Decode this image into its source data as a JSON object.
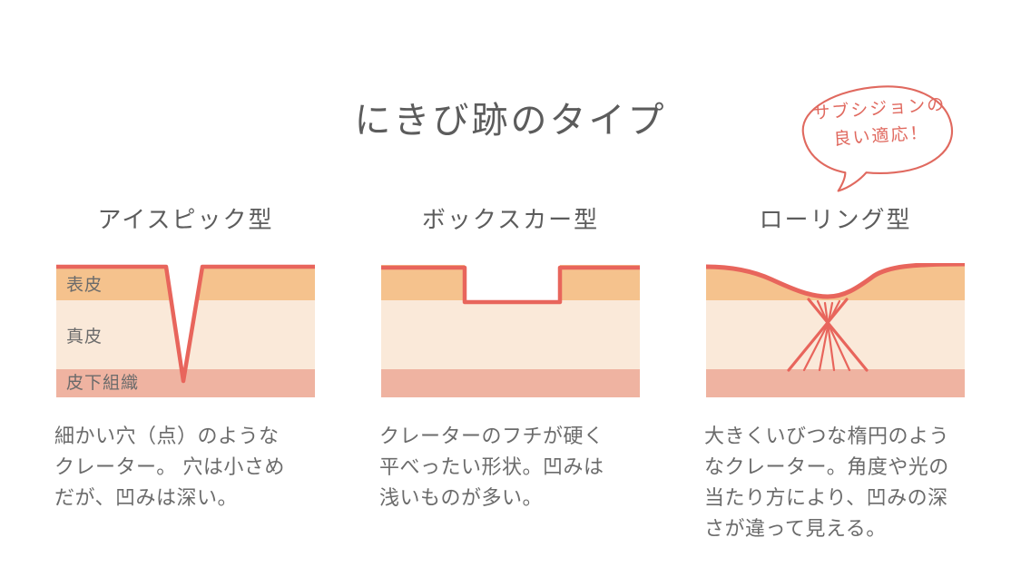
{
  "title": "にきび跡のタイプ",
  "bubble": {
    "lines": [
      "サブシジョンの",
      "良い適応！"
    ]
  },
  "layers": {
    "epidermis": "表皮",
    "dermis": "真皮",
    "subcutis": "皮下組織"
  },
  "types": [
    {
      "name": "アイスピック型",
      "description": [
        "細かい穴（点）のような",
        "クレーター。 穴は小さめ",
        "だが、凹みは深い。"
      ]
    },
    {
      "name": "ボックスカー型",
      "description": [
        "クレーターのフチが硬く",
        "平べったい形状。凹みは",
        "浅いものが多い。"
      ]
    },
    {
      "name": "ローリング型",
      "description": [
        "大きくいびつな楕円のよう",
        "なクレーター。角度や光の",
        "当たり方により、凹みの深",
        "さが違って見える。"
      ]
    }
  ],
  "colors": {
    "background": "#ffffff",
    "epidermis": "#f5c28d",
    "dermis": "#fae9d9",
    "subcutis": "#efb3a1",
    "scar_line": "#e8655c",
    "bubble_accent": "#e0695f",
    "text_heading": "#5c5c5c",
    "text_body": "#6b6b6b"
  }
}
